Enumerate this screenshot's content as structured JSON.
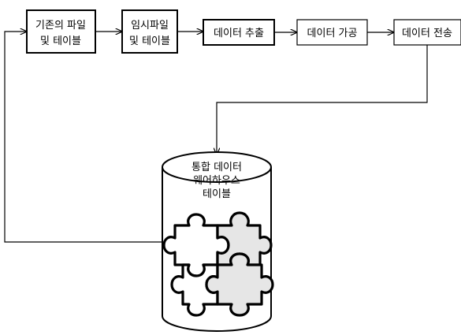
{
  "process_steps": [
    {
      "id": "existing-files-tables",
      "lines": [
        "기존의 파일",
        "및 테이블"
      ]
    },
    {
      "id": "temp-files-tables",
      "lines": [
        "임시파일",
        "및 테이블"
      ]
    },
    {
      "id": "data-extraction",
      "lines": [
        "데이터 추출"
      ]
    },
    {
      "id": "data-processing",
      "lines": [
        "데이터 가공"
      ]
    },
    {
      "id": "data-transfer",
      "lines": [
        "데이터 전송"
      ]
    }
  ],
  "warehouse": {
    "lines": [
      "통합 데이터",
      "웨어하우스",
      "테이블"
    ],
    "illustration": "puzzle-pieces"
  },
  "colors": {
    "stroke": "#000000",
    "fill": "#ffffff",
    "puzzle_shaded": "#e6e6e6"
  }
}
